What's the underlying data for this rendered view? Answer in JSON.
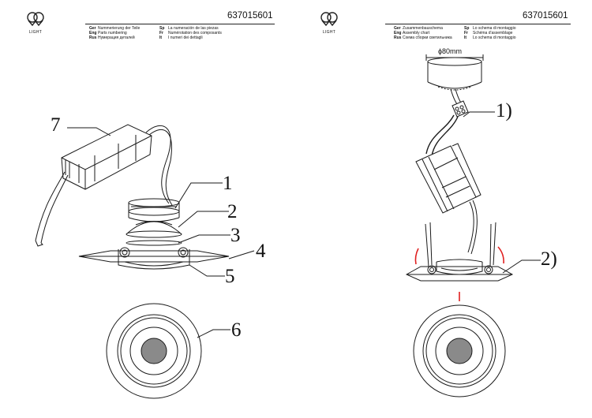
{
  "left_page": {
    "logo_text": "LIGHT",
    "code": "637015601",
    "header_rows": [
      {
        "lang1": "Ger",
        "text1": "Nummerierung der Teile",
        "lang2": "Sp",
        "text2": "La numeración de las piezas"
      },
      {
        "lang1": "Eng",
        "text1": "Parts numbering",
        "lang2": "Fr",
        "text2": "Numérotation des composants"
      },
      {
        "lang1": "Rus",
        "text1": "Нумерация деталей",
        "lang2": "It",
        "text2": "I numeri dei dettagli"
      }
    ],
    "callouts": {
      "c1": "1",
      "c2": "2",
      "c3": "3",
      "c4": "4",
      "c5": "5",
      "c6": "6",
      "c7": "7"
    }
  },
  "right_page": {
    "logo_text": "LIGHT",
    "code": "637015601",
    "header_rows": [
      {
        "lang1": "Ger",
        "text1": "Zusammenbauschema",
        "lang2": "Sp",
        "text2": "Lo schema di montaggio"
      },
      {
        "lang1": "Eng",
        "text1": "Assembly chart",
        "lang2": "Fr",
        "text2": "Schéma d'assemblage"
      },
      {
        "lang1": "Rus",
        "text1": "Схема сборки светильника",
        "lang2": "It",
        "text2": "Lo schema di montaggio"
      }
    ],
    "dimension": "ϕ80mm",
    "callouts": {
      "c1": "1)",
      "c2": "2)"
    }
  },
  "colors": {
    "line": "#1a1a1a",
    "accent_red": "#e02020",
    "lens_fill": "#8a8a8a"
  }
}
